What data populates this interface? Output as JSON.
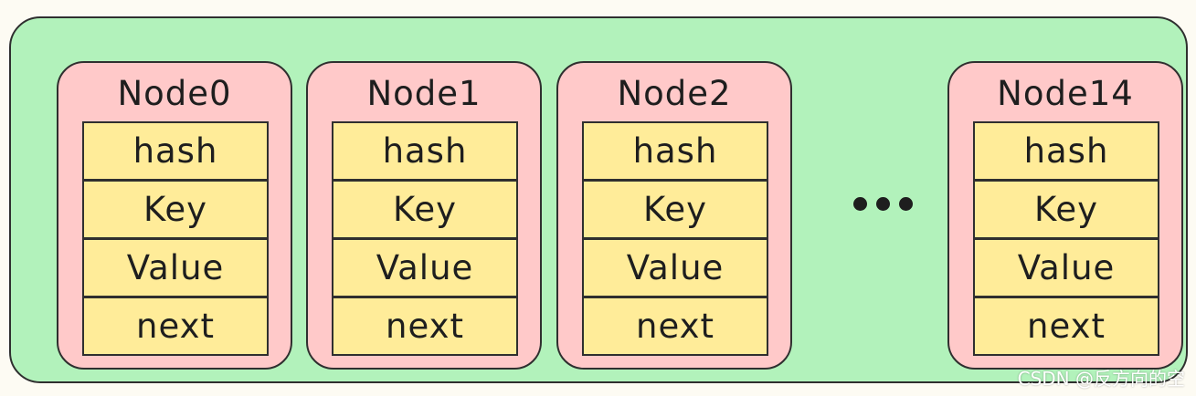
{
  "nodes": [
    {
      "title": "Node0",
      "fields": [
        "hash",
        "Key",
        "Value",
        "next"
      ]
    },
    {
      "title": "Node1",
      "fields": [
        "hash",
        "Key",
        "Value",
        "next"
      ]
    },
    {
      "title": "Node2",
      "fields": [
        "hash",
        "Key",
        "Value",
        "next"
      ]
    },
    {
      "title": "Node14",
      "fields": [
        "hash",
        "Key",
        "Value",
        "next"
      ]
    }
  ],
  "watermark": "CSDN @反方向的空",
  "colors": {
    "outer_fill": "#b2f2bb",
    "node_fill": "#ffc9c9",
    "field_fill": "#ffec99",
    "stroke": "#2f2f2f"
  }
}
